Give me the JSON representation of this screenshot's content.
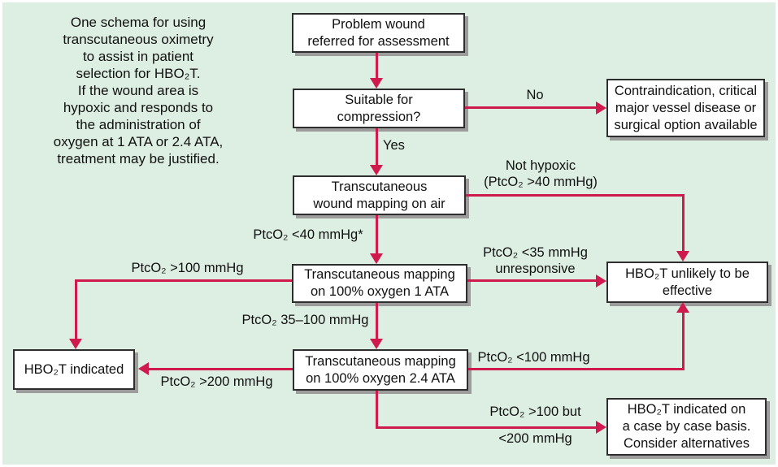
{
  "note": "One schema for using\ntranscutaneous oximetry\nto assist in patient\nselection for HBO₂T.\nIf the wound area is\nhypoxic and responds to\nthe administration of\noxygen at 1 ATA or 2.4 ATA,\ntreatment may be justified.",
  "boxes": {
    "problem_wound": "Problem wound\nreferred for assessment",
    "suitable": "Suitable for\ncompression?",
    "contraindication": "Contraindication, critical\nmajor vessel disease or\nsurgical option available",
    "mapping_air": "Transcutaneous\nwound mapping on air",
    "mapping_1ata": "Transcutaneous mapping\non 100% oxygen 1 ATA",
    "unlikely": "HBO₂T unlikely to be\neffective",
    "mapping_24ata": "Transcutaneous mapping\non 100% oxygen 2.4 ATA",
    "indicated": "HBO₂T indicated",
    "case_by_case": "HBO₂T indicated on\na case by case basis.\nConsider alternatives"
  },
  "labels": {
    "no": "No",
    "yes": "Yes",
    "not_hypoxic": "Not hypoxic\n(PtcO₂ >40 mmHg)",
    "below_40": "PtcO₂ <40 mmHg*",
    "above_100": "PtcO₂ >100 mmHg",
    "below_35_unresponsive": "PtcO₂ <35 mmHg\nunresponsive",
    "range_35_100": "PtcO₂ 35–100 mmHg",
    "below_100": "PtcO₂ <100 mmHg",
    "above_200": "PtcO₂ >200 mmHg",
    "above_100_but": "PtcO₂ >100 but",
    "below_200": "<200 mmHg"
  },
  "colors": {
    "background": "#ddeee2",
    "arrow": "#ce1a4d",
    "box_border": "#2e2e2e",
    "box_fill": "#ffffff",
    "shadow": "#9c9c9c",
    "text": "#111111"
  }
}
